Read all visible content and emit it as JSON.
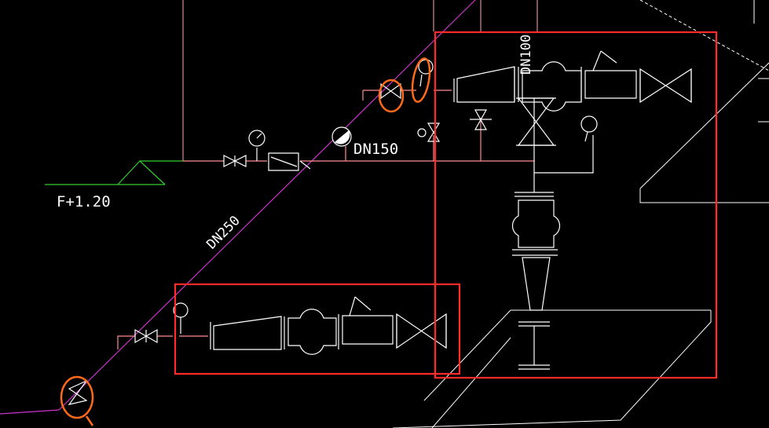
{
  "drawing": {
    "background": "#000000",
    "labels": {
      "level": "F+1.20",
      "dn250": "DN250",
      "dn150": "DN150",
      "dn100": "DN100"
    },
    "colors": {
      "pipe_main": "#cc33cc",
      "pipe_branch": "#ff8c8c",
      "pipe_vertical": "#ffaaaa",
      "ground_symbol": "#33cc33",
      "equipment": "#ffffff",
      "highlight_box": "#ff2a2a",
      "handwritten_circle": "#ff6a1a"
    },
    "highlights": [
      {
        "name": "upper-right valve assembly box"
      },
      {
        "name": "lower valve assembly box"
      }
    ],
    "annotations": [
      {
        "name": "circled gate valve upper"
      },
      {
        "name": "circled pressure gauge upper"
      },
      {
        "name": "circled valve lower-left"
      }
    ]
  }
}
